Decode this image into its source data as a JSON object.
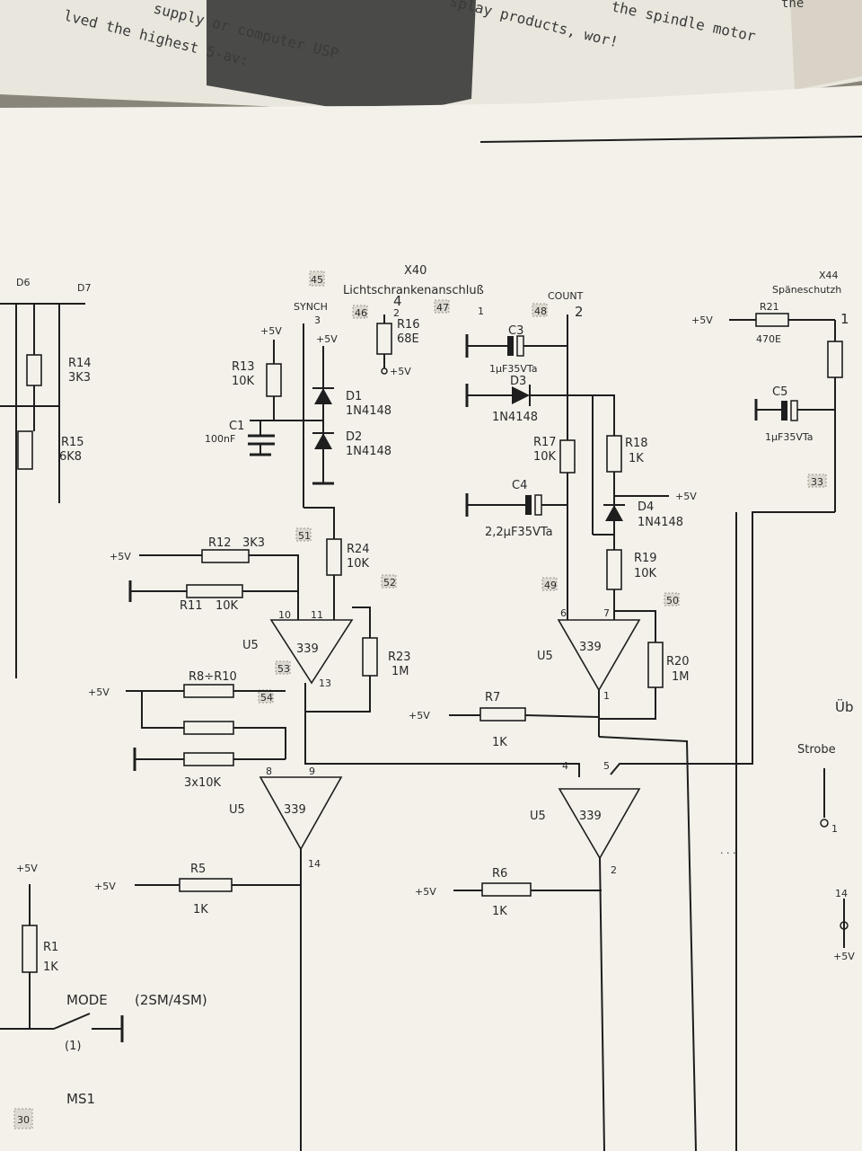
{
  "background_doc": {
    "lines": [
      "lved the highest 5-av:",
      "supply or computer USP",
      "splay products, wor!",
      "the spindle motor",
      "the"
    ]
  },
  "connectors": {
    "x40": "X40",
    "x40_title": "Lichtschrankenanschluß",
    "x44": "X44",
    "x44_title": "Späneschutzh",
    "synch": "SYNCH",
    "count": "COUNT",
    "ub": "Üb",
    "strobe": "Strobe"
  },
  "components": {
    "d6": "D6",
    "d7": "D7",
    "r14": "R14",
    "r14_val": "3K3",
    "r15": "R15",
    "r15_val": "6K8",
    "r13": "R13",
    "r13_val": "10K",
    "c1": "C1",
    "c1_val": "100nF",
    "d1": "D1",
    "d1_val": "1N4148",
    "d2": "D2",
    "d2_val": "1N4148",
    "r16": "R16",
    "r16_val": "68E",
    "c3": "C3",
    "c3_val": "1µF35VTa",
    "d3": "D3",
    "d3_val": "1N4148",
    "r17": "R17",
    "r17_val": "10K",
    "r18": "R18",
    "r18_val": "1K",
    "c4": "C4",
    "c4_val": "2,2µF35VTa",
    "d4": "D4",
    "d4_val": "1N4148",
    "r19": "R19",
    "r19_val": "10K",
    "r20": "R20",
    "r20_val": "1M",
    "r21": "R21",
    "r21_val": "470E",
    "c5": "C5",
    "c5_val": "1µF35VTa",
    "r12": "R12",
    "r12_val": "3K3",
    "r11": "R11",
    "r11_val": "10K",
    "r24": "R24",
    "r24_val": "10K",
    "r23": "R23",
    "r23_val": "1M",
    "r8_r10": "R8÷R10",
    "r8_r10_val": "3x10K",
    "r7": "R7",
    "r7_val": "1K",
    "r5": "R5",
    "r5_val": "1K",
    "r6": "R6",
    "r6_val": "1K",
    "r1": "R1",
    "r1_val": "1K",
    "u5": "U5",
    "ic": "339"
  },
  "supply": {
    "plus5v": "+5V",
    "plus5v_b": "+5V",
    "plus5v_c": "+5V"
  },
  "pins": {
    "p1": "1",
    "p2": "2",
    "p3": "3",
    "p4": "4",
    "p5": "5",
    "p6": "6",
    "p7": "7",
    "p8": "8",
    "p9": "9",
    "p10": "10",
    "p11": "11",
    "p13": "13",
    "p14": "14"
  },
  "tags": {
    "t45": "45",
    "t46": "46",
    "t47": "47",
    "t48": "48",
    "t49": "49",
    "t50": "50",
    "t51": "51",
    "t52": "52",
    "t53": "53",
    "t54": "54",
    "t30": "30",
    "t33": "33"
  },
  "mode_switch": {
    "label": "MODE",
    "options": "(2SM/4SM)",
    "pos": "(1)",
    "id": "MS1"
  },
  "handwritten": {
    "h4": "4",
    "h2": "2",
    "h1": "1"
  },
  "small_refs": {
    "r1r": "1",
    "r14r": "14",
    "dots": ". . ."
  }
}
